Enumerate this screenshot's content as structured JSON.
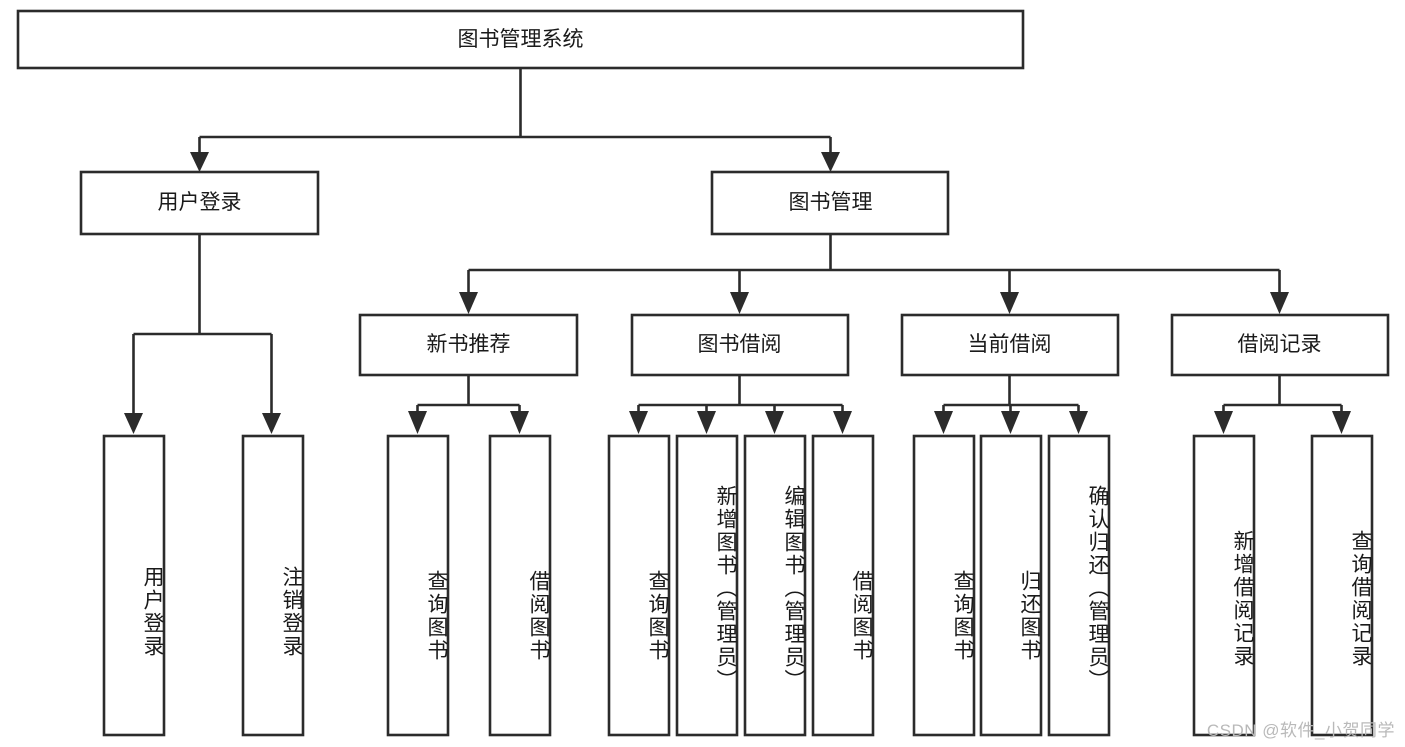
{
  "diagram": {
    "title": "图书管理系统",
    "type": "hierarchy-tree",
    "watermark": "CSDN @软件_小贺同学",
    "colors": {
      "stroke": "#2b2b2b",
      "fill": "#ffffff",
      "text": "#1a1a1a",
      "watermark": "#b9b9b9",
      "background": "#ffffff"
    },
    "levels": {
      "root": {
        "label": "图书管理系统",
        "orientation": "horizontal"
      },
      "level1": [
        {
          "label": "用户登录",
          "orientation": "horizontal"
        },
        {
          "label": "图书管理",
          "orientation": "horizontal"
        }
      ],
      "level2": [
        {
          "label": "新书推荐",
          "orientation": "horizontal"
        },
        {
          "label": "图书借阅",
          "orientation": "horizontal"
        },
        {
          "label": "当前借阅",
          "orientation": "horizontal"
        },
        {
          "label": "借阅记录",
          "orientation": "horizontal"
        }
      ],
      "leaves": {
        "user_login": [
          {
            "label": "用户登录",
            "orientation": "vertical"
          },
          {
            "label": "注销登录",
            "orientation": "vertical"
          }
        ],
        "new_book_recommend": [
          {
            "label": "查询图书",
            "orientation": "vertical"
          },
          {
            "label": "借阅图书",
            "orientation": "vertical"
          }
        ],
        "book_borrow": [
          {
            "label": "查询图书",
            "orientation": "vertical"
          },
          {
            "label": "新增图书（管理员）",
            "orientation": "vertical"
          },
          {
            "label": "编辑图书（管理员）",
            "orientation": "vertical"
          },
          {
            "label": "借阅图书",
            "orientation": "vertical"
          }
        ],
        "current_borrow": [
          {
            "label": "查询图书",
            "orientation": "vertical"
          },
          {
            "label": "归还图书",
            "orientation": "vertical"
          },
          {
            "label": "确认归还（管理员）",
            "orientation": "vertical"
          }
        ],
        "borrow_record": [
          {
            "label": "新增借阅记录",
            "orientation": "vertical"
          },
          {
            "label": "查询借阅记录",
            "orientation": "vertical"
          }
        ]
      }
    }
  }
}
